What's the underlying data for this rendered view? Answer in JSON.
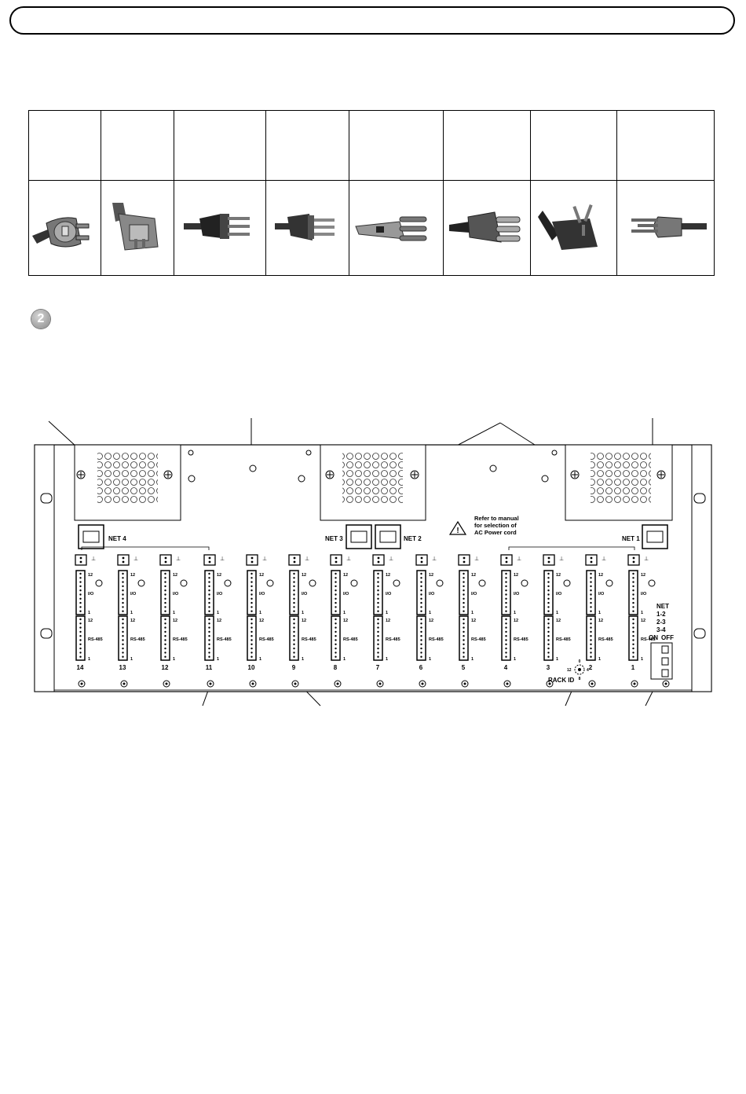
{
  "step": {
    "number": "2"
  },
  "panel": {
    "net_labels": {
      "net4": "NET 4",
      "net3": "NET 3",
      "net2": "NET 2",
      "net1": "NET 1"
    },
    "warning_text": [
      "Refer to manual",
      "for selection of",
      "AC Power cord"
    ],
    "slot_numbers": [
      "14",
      "13",
      "12",
      "11",
      "10",
      "9",
      "8",
      "7",
      "6",
      "5",
      "4",
      "3",
      "2",
      "1"
    ],
    "pin_labels": {
      "top": "12",
      "mid": "I/O",
      "one": "1",
      "bus": "RS-485"
    },
    "rack_id": {
      "label": "RACK ID",
      "dial_12": "12",
      "dial_0": "0",
      "dial_4": "4",
      "dial_8": "8"
    },
    "net_switch": {
      "title": "NET",
      "rows": [
        "1-2",
        "2-3",
        "3-4"
      ],
      "on": "ON",
      "off": "OFF"
    }
  }
}
